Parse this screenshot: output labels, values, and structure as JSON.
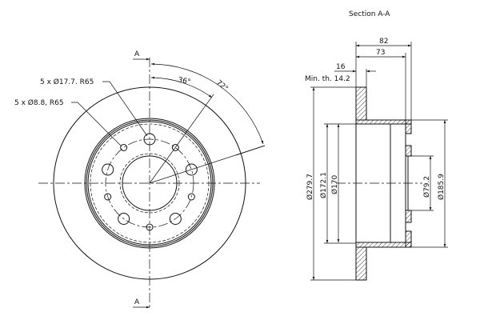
{
  "title": "Section A-A",
  "section_marker": "A",
  "front_view": {
    "large_holes_label": "5 x Ø17.7. R65",
    "small_holes_label": "5 x Ø8.8, R65",
    "angle_1": "36°",
    "angle_2": "72°"
  },
  "section_view": {
    "overall_height": "82",
    "hat_depth": "73",
    "disc_thickness": "16",
    "min_thickness": "Min. th. 14.2",
    "outer_diameter": "Ø279.7",
    "hat_outer_diameter": "Ø172.1",
    "hat_inner_diameter": "Ø170",
    "center_bore": "Ø79.2",
    "hub_diameter": "Ø185.9"
  }
}
